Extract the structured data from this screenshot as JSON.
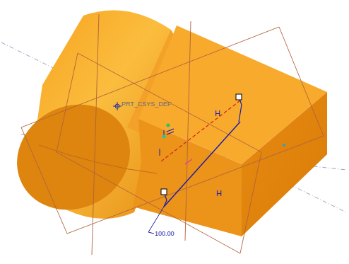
{
  "diagram": {
    "labels": [
      "PRT_CSYS_DEF",
      "H",
      "H",
      "100.00"
    ]
  }
}
